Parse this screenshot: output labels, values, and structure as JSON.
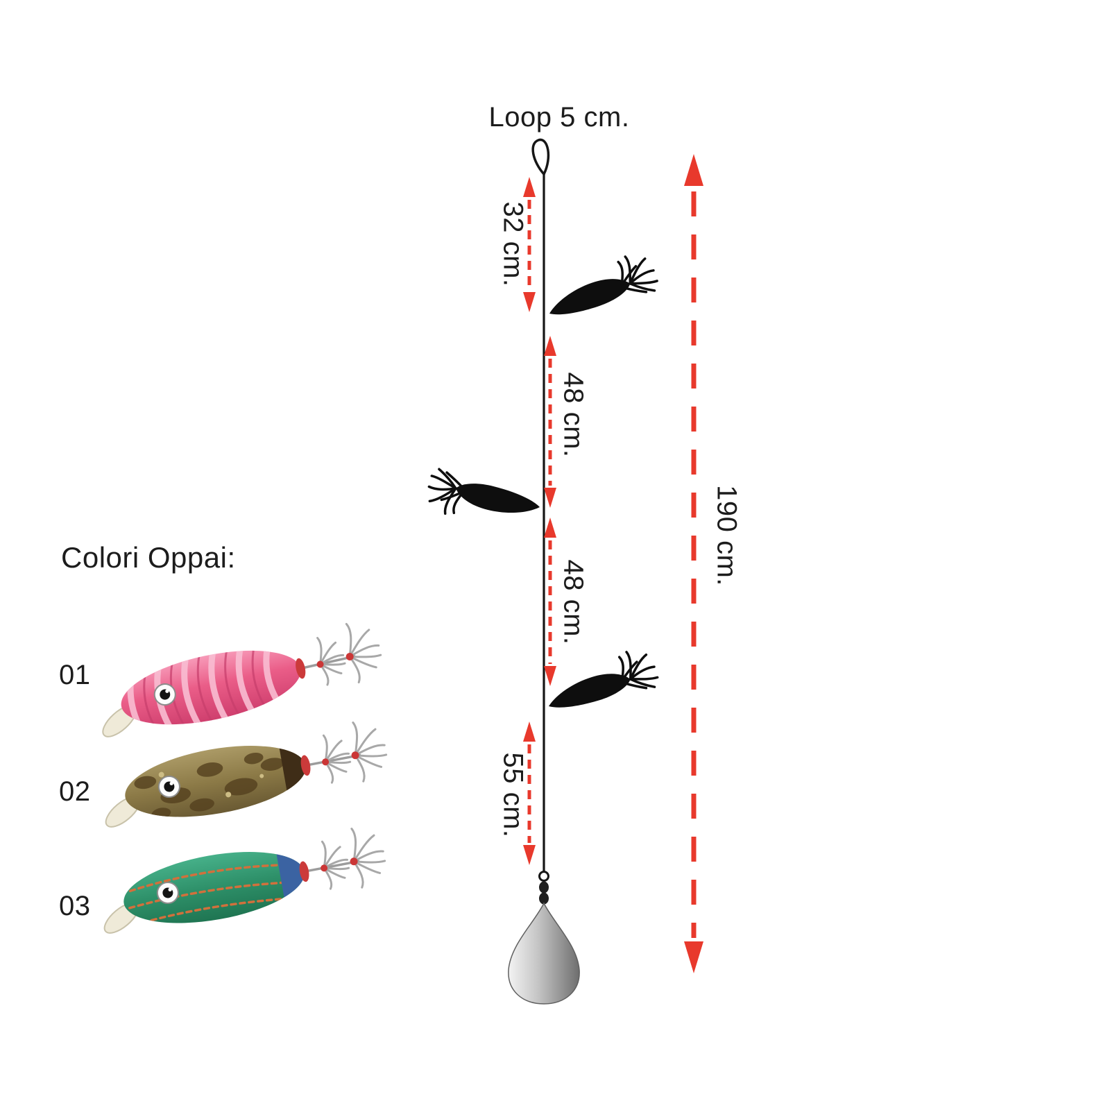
{
  "accent_color": "#e8392c",
  "ink_color": "#161616",
  "rig": {
    "loop_label": "Loop 5 cm.",
    "segment_labels": [
      "32 cm.",
      "48 cm.",
      "48 cm.",
      "55 cm."
    ],
    "total_label": "190 cm.",
    "depicted_parts": {
      "jig_silhouette_count": 3,
      "bottom_parts": [
        "barrel-swivel",
        "teardrop-sinker"
      ]
    }
  },
  "colors_panel": {
    "heading": "Colori Oppai:",
    "items": [
      {
        "code": "01",
        "body_color": "#e85c86"
      },
      {
        "code": "02",
        "body_color": "#8c7a47"
      },
      {
        "code": "03",
        "body_color": "#2f9b74"
      }
    ]
  }
}
